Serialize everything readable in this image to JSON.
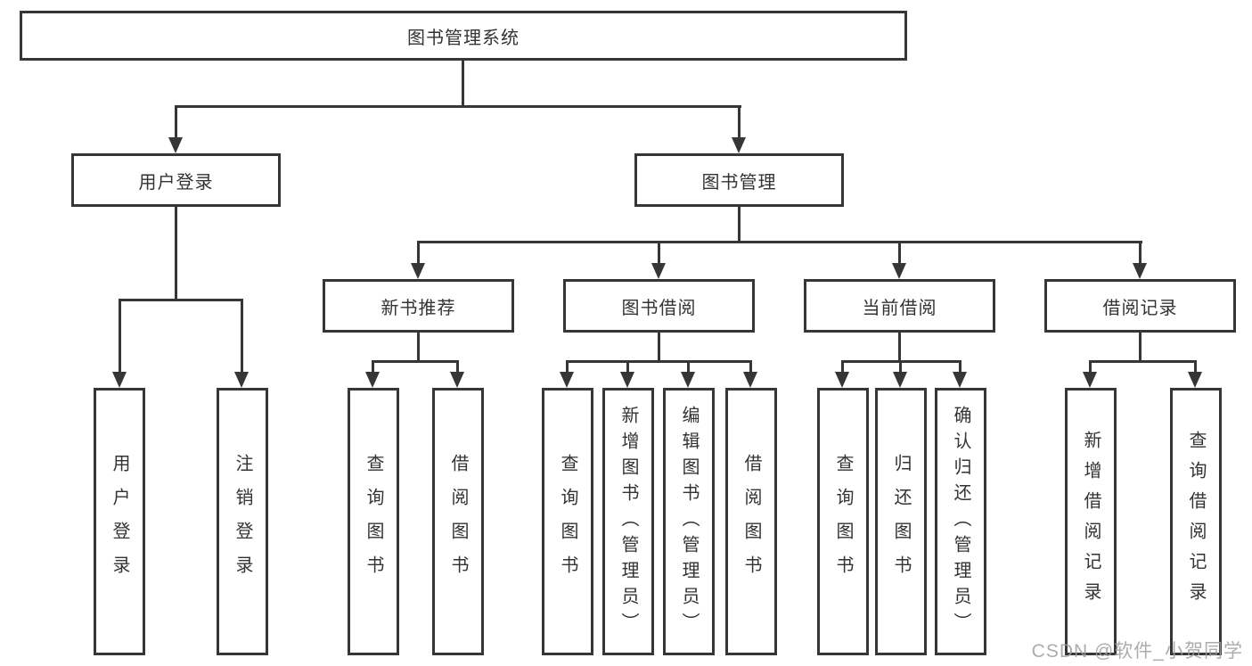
{
  "root": {
    "label": "图书管理系统"
  },
  "level2": [
    {
      "label": "用户登录"
    },
    {
      "label": "图书管理"
    }
  ],
  "level3": [
    {
      "label": "新书推荐"
    },
    {
      "label": "图书借阅"
    },
    {
      "label": "当前借阅"
    },
    {
      "label": "借阅记录"
    }
  ],
  "leafGroups": [
    {
      "parent": "用户登录",
      "items": [
        {
          "label": "用户登录"
        },
        {
          "label": "注销登录"
        }
      ]
    },
    {
      "parent": "新书推荐",
      "items": [
        {
          "label": "查询图书"
        },
        {
          "label": "借阅图书"
        }
      ]
    },
    {
      "parent": "图书借阅",
      "items": [
        {
          "label": "查询图书"
        },
        {
          "label": "新增图书（管理员）"
        },
        {
          "label": "编辑图书（管理员）"
        },
        {
          "label": "借阅图书"
        }
      ]
    },
    {
      "parent": "当前借阅",
      "items": [
        {
          "label": "查询图书"
        },
        {
          "label": "归还图书"
        },
        {
          "label": "确认归还（管理员）"
        }
      ]
    },
    {
      "parent": "借阅记录",
      "items": [
        {
          "label": "新增借阅记录"
        },
        {
          "label": "查询借阅记录"
        }
      ]
    }
  ],
  "watermark": {
    "label": "CSDN @软件_小贺同学"
  },
  "colors": {
    "line": "#363636",
    "text": "#333333",
    "watermark": "#9e9e9e",
    "background": "#ffffff"
  }
}
